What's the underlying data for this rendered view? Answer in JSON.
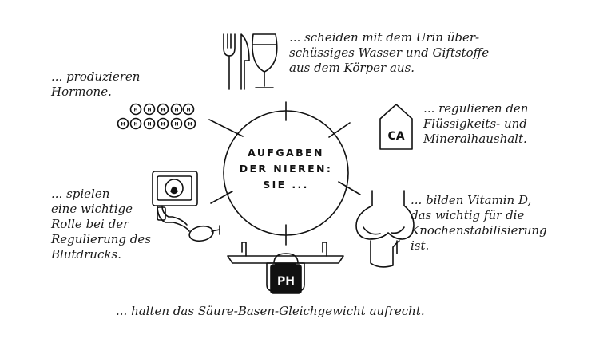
{
  "center": {
    "title": "AUFGABEN\nDER NIEREN:\nSIE ..."
  },
  "tasks": {
    "urine": "... scheiden mit dem Urin über-\nschüssiges Wasser und Giftstoffe\naus dem Körper aus.",
    "hormones": "... produzieren\nHormone.",
    "minerals": "... regulieren den\nFlüssigkeits- und\nMineralhaushalt.",
    "blood_pressure": "... spielen\neine wichtige\nRolle bei der\nRegulierung des\nBlutdrucks.",
    "vitamin_d": "... bilden Vitamin D,\ndas wichtig für die\nKnochenstabilisierung\nist.",
    "acid_base": "... halten das Säure-Basen-Gleichgewicht aufrecht."
  },
  "icons": {
    "calcium_badge": "CA",
    "ph_weight": "PH",
    "hormone_letter": "H",
    "names": [
      "fork-knife-glass-icon",
      "hormone-molecules-icon",
      "calcium-house-icon",
      "blood-pressure-monitor-icon",
      "knee-joint-icon",
      "balance-scale-icon"
    ]
  },
  "colors": {
    "line": "#111111",
    "background": "#ffffff"
  }
}
